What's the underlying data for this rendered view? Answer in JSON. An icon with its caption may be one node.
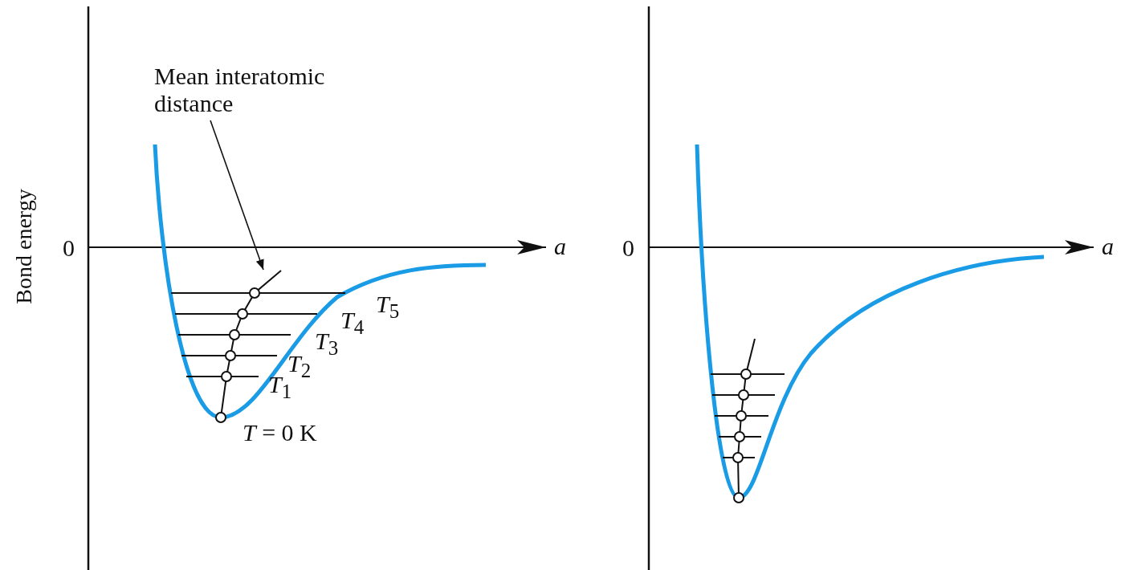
{
  "diagram": {
    "nodes": [
      {
        "text": [
          "Mean interatomic distance"
        ]
      },
      {
        "text": [],
        "shape": "picture"
      }
    ],
    "edges": [
      {
        "from": 0,
        "to": 1,
        "arrow": "to"
      }
    ],
    "labels": [
      "Bond energy",
      "0",
      "a",
      "*T*$_{5}$",
      "*T*$_{4}$",
      "*T*$_{3}$",
      "*T*$_{2}$",
      "*T*$_{1}$",
      "*T* = 0 K",
      "0",
      "a"
    ]
  }
}
